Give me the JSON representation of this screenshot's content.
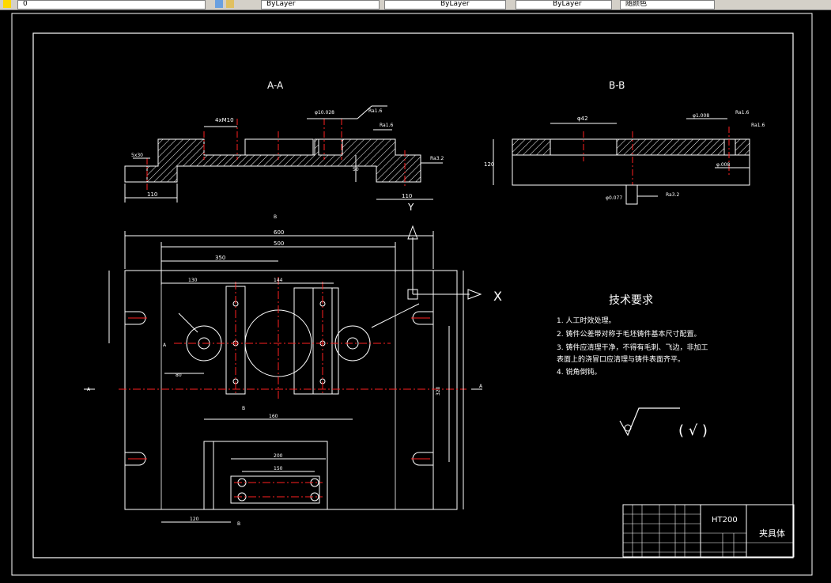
{
  "toolbar": {
    "layer_value": "0",
    "color_value": "ByLayer",
    "linetype_value": "ByLayer",
    "lineweight_value": "ByLayer",
    "plotstyle_value": "随颜色"
  },
  "drawing": {
    "section_aa_title": "A-A",
    "section_bb_title": "B-B",
    "axis_x_label": "X",
    "axis_y_label": "Y",
    "tech_title": "技术要求",
    "tech_items": [
      "1. 人工时效处理。",
      "2. 铸件公差带对称于毛坯铸件基本尺寸配置。",
      "3. 铸件应清理干净，不得有毛刺、飞边，非加工",
      "表面上的浇冒口应清理与铸件表面齐平。",
      "4. 锐角倒钝。"
    ],
    "roughness_note": "( √ )",
    "dims_plan": {
      "overall_width": "600",
      "dim_500": "500",
      "dim_350": "350",
      "dim_130": "130",
      "dim_144": "144",
      "dim_120": "120",
      "dim_320": "320",
      "dim_150": "150",
      "dim_160": "160",
      "dim_200": "200",
      "dim_80": "80"
    },
    "title_block": {
      "material": "HT200",
      "part_name": "夹具体"
    }
  },
  "colors": {
    "background": "#000000",
    "lines": "#ffffff",
    "centerlines": "#ff2020",
    "hatch": "#ffffff"
  }
}
